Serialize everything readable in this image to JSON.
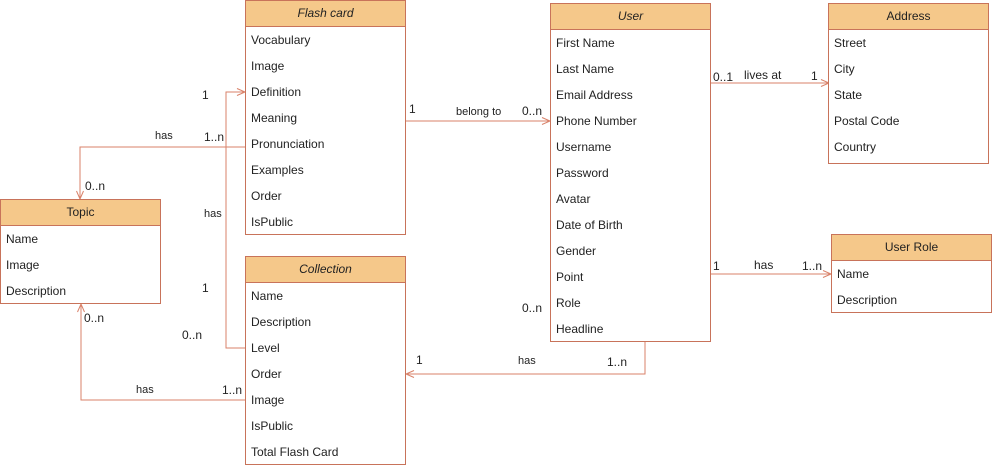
{
  "colors": {
    "entity_border": "#c8735a",
    "entity_header": "#f5c88a",
    "edge": "#d9826a"
  },
  "entities": {
    "flashcard": {
      "title": "Flash card",
      "attributes": [
        "Vocabulary",
        "Image",
        "Definition",
        "Meaning",
        "Pronunciation",
        "Examples",
        "Order",
        "IsPublic"
      ]
    },
    "user": {
      "title": "User",
      "attributes": [
        "First Name",
        "Last Name",
        "Email Address",
        "Phone Number",
        "Username",
        "Password",
        "Avatar",
        "Date of Birth",
        "Gender",
        "Point",
        "Role",
        "Headline"
      ]
    },
    "address": {
      "title": "Address",
      "attributes": [
        "Street",
        "City",
        "State",
        "Postal Code",
        "Country"
      ]
    },
    "topic": {
      "title": "Topic",
      "attributes": [
        "Name",
        "Image",
        "Description"
      ]
    },
    "collection": {
      "title": "Collection",
      "attributes": [
        "Name",
        "Description",
        "Level",
        "Order",
        "Image",
        "IsPublic",
        "Total Flash Card"
      ]
    },
    "userrole": {
      "title": "User Role",
      "attributes": [
        "Name",
        "Description"
      ]
    }
  },
  "relations": {
    "user_address": {
      "label": "lives at",
      "from_mult": "0..1",
      "to_mult": "1"
    },
    "flashcard_user": {
      "label": "belong to",
      "from_mult": "1",
      "to_mult": "0..n"
    },
    "flashcard_topic": {
      "label": "has",
      "from_mult": "1..n",
      "to_mult": "0..n"
    },
    "collection_flashcard": {
      "label": "has",
      "top_mult": "1",
      "bottom_mult": "1",
      "side_mult": "0..n"
    },
    "user_collection": {
      "label": "has",
      "from_mult": "1..n",
      "to_mult": "1",
      "extra_mult": "0..n"
    },
    "collection_topic": {
      "label": "has",
      "from_mult": "1..n",
      "to_mult": "0..n"
    },
    "user_userrole": {
      "label": "has",
      "from_mult": "1",
      "to_mult": "1..n"
    }
  }
}
